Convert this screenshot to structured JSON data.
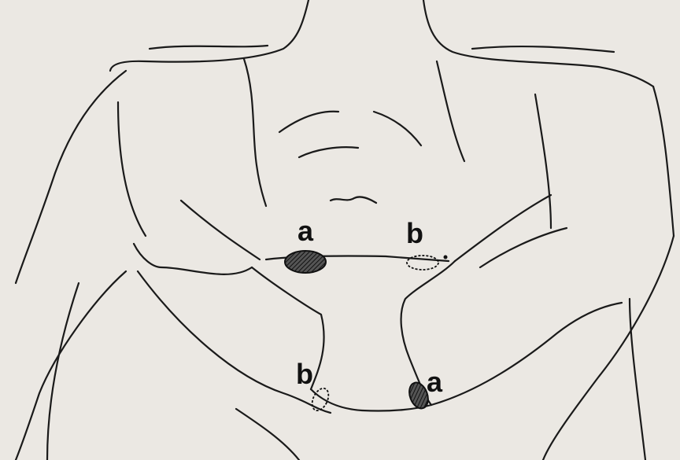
{
  "labels": {
    "a_upper": "a",
    "b_upper": "b",
    "b_lower": "b",
    "a_lower": "a"
  },
  "colors": {
    "line": "#1a1a1a",
    "hatched_fill": "#3a3a3a",
    "background": "#ebe8e3"
  }
}
